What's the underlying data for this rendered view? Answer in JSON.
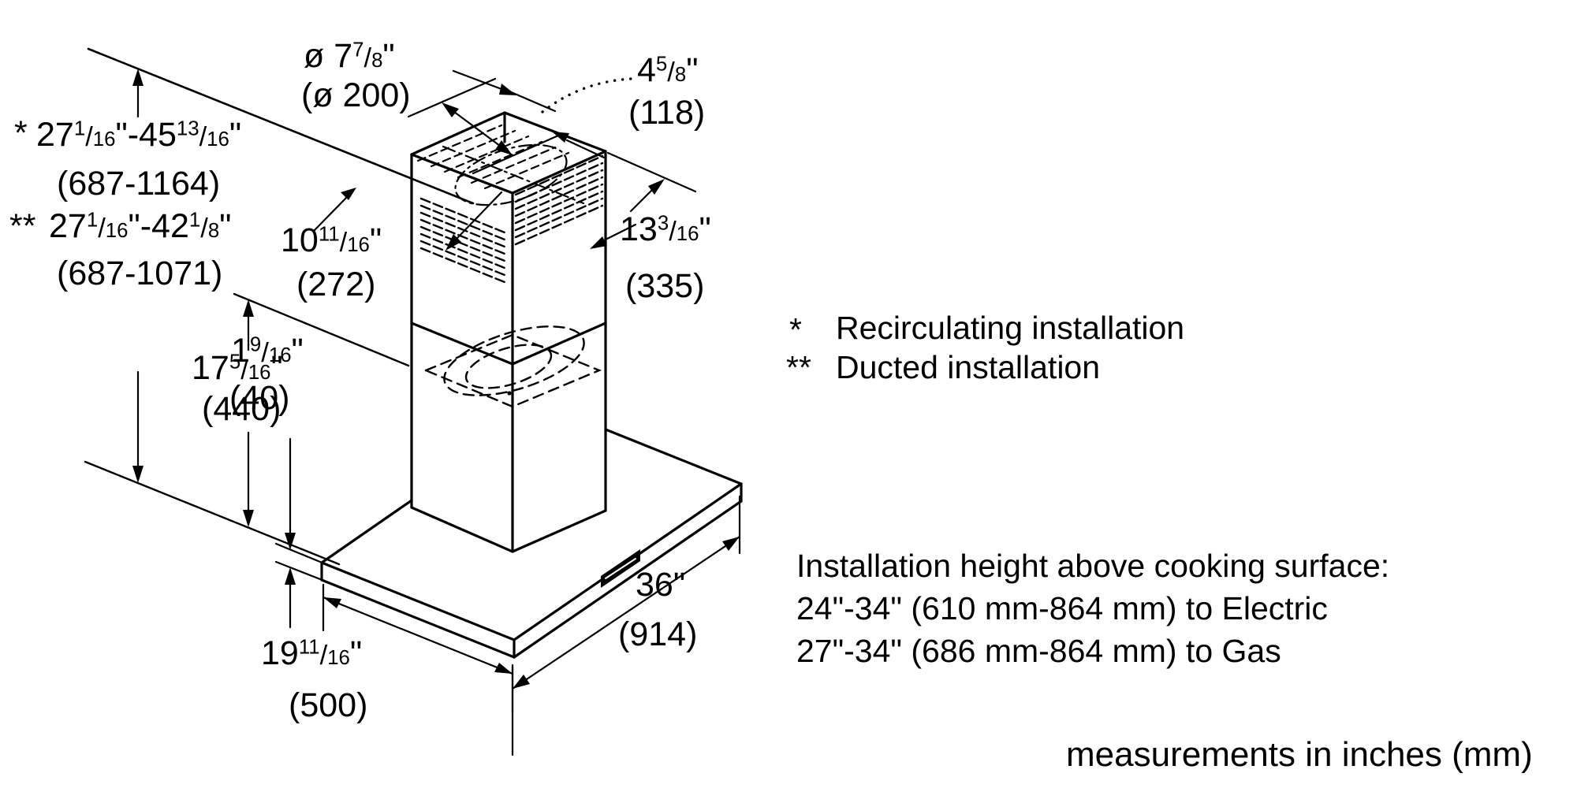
{
  "diagram": {
    "colors": {
      "line": "#000000",
      "background": "#ffffff"
    },
    "dims": {
      "recirc_marker": "*",
      "recirc_range_in": "27{1/16}\"-45{13/16}\"",
      "recirc_range_mm": "(687-1164)",
      "ducted_marker": "**",
      "ducted_range_in": "27{1/16}\"-42{1/8}\"",
      "ducted_range_mm": "(687-1071)",
      "duct_diameter_in": "ø 7{7/8}\"",
      "duct_diameter_mm": "(ø 200)",
      "top_depth_in": "4{5/8}\"",
      "top_depth_mm": "(118)",
      "flue_depth_in": "10{11/16}\"",
      "flue_depth_mm": "(272)",
      "flue_width_in": "13{3/16}\"",
      "flue_width_mm": "(335)",
      "lower_section_height_in": "17{5/16}\"",
      "lower_section_height_mm": "(440)",
      "canopy_thickness_in": "1{9/16}\"",
      "canopy_thickness_mm": "(40)",
      "canopy_depth_in": "19{11/16}\"",
      "canopy_depth_mm": "(500)",
      "canopy_width_in": "36\"",
      "canopy_width_mm": "(914)"
    },
    "legend": {
      "recirc_marker": "*",
      "recirc_label": "Recirculating installation",
      "ducted_marker": "**",
      "ducted_label": "Ducted installation"
    },
    "notes": {
      "line1": "Installation height above cooking surface:",
      "line2": "24\"-34\" (610 mm-864 mm) to Electric",
      "line3": "27\"-34\" (686 mm-864 mm) to Gas"
    },
    "footer": {
      "units_note": "measurements in inches (mm)"
    }
  }
}
